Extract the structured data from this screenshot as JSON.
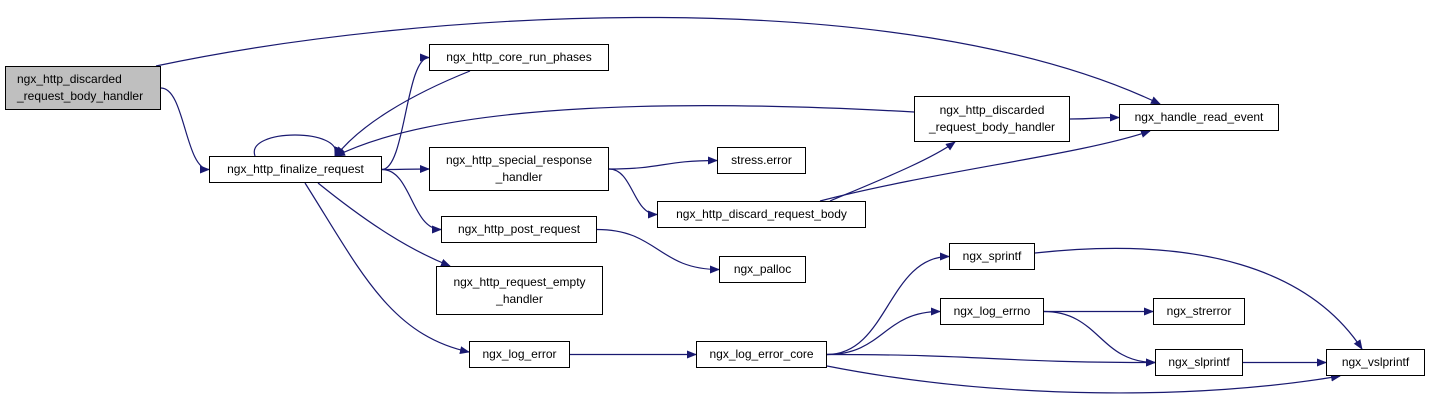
{
  "colors": {
    "edge": "#191970",
    "node_fill": "#ffffff",
    "root_fill": "#bfbfbf",
    "border": "#000000"
  },
  "nodes": [
    {
      "id": "root",
      "lines": [
        "ngx_http_discarded",
        "_request_body_handler"
      ],
      "root": true
    },
    {
      "id": "finalize",
      "lines": [
        "ngx_http_finalize_request"
      ]
    },
    {
      "id": "run_phases",
      "lines": [
        "ngx_http_core_run_phases"
      ]
    },
    {
      "id": "special_response",
      "lines": [
        "ngx_http_special_response",
        "_handler"
      ]
    },
    {
      "id": "post_request",
      "lines": [
        "ngx_http_post_request"
      ]
    },
    {
      "id": "empty_handler",
      "lines": [
        "ngx_http_request_empty",
        "_handler"
      ]
    },
    {
      "id": "log_error",
      "lines": [
        "ngx_log_error"
      ]
    },
    {
      "id": "log_error_core",
      "lines": [
        "ngx_log_error_core"
      ]
    },
    {
      "id": "stress_error",
      "lines": [
        "stress.error"
      ]
    },
    {
      "id": "discard_body",
      "lines": [
        "ngx_http_discard_request_body"
      ]
    },
    {
      "id": "discarded_handler2",
      "lines": [
        "ngx_http_discarded",
        "_request_body_handler"
      ]
    },
    {
      "id": "read_event",
      "lines": [
        "ngx_handle_read_event"
      ]
    },
    {
      "id": "palloc",
      "lines": [
        "ngx_palloc"
      ]
    },
    {
      "id": "sprintf",
      "lines": [
        "ngx_sprintf"
      ]
    },
    {
      "id": "log_errno",
      "lines": [
        "ngx_log_errno"
      ]
    },
    {
      "id": "strerror",
      "lines": [
        "ngx_strerror"
      ]
    },
    {
      "id": "slprintf",
      "lines": [
        "ngx_slprintf"
      ]
    },
    {
      "id": "vslprintf",
      "lines": [
        "ngx_vslprintf"
      ]
    }
  ],
  "edges": [
    [
      "root",
      "finalize"
    ],
    [
      "root",
      "read_event"
    ],
    [
      "finalize",
      "finalize"
    ],
    [
      "finalize",
      "run_phases"
    ],
    [
      "finalize",
      "special_response"
    ],
    [
      "finalize",
      "post_request"
    ],
    [
      "finalize",
      "empty_handler"
    ],
    [
      "finalize",
      "log_error"
    ],
    [
      "run_phases",
      "finalize"
    ],
    [
      "discarded_handler2",
      "finalize"
    ],
    [
      "special_response",
      "stress_error"
    ],
    [
      "special_response",
      "discard_body"
    ],
    [
      "discard_body",
      "discarded_handler2"
    ],
    [
      "discard_body",
      "read_event"
    ],
    [
      "discarded_handler2",
      "read_event"
    ],
    [
      "post_request",
      "palloc"
    ],
    [
      "log_error",
      "log_error_core"
    ],
    [
      "log_error_core",
      "sprintf"
    ],
    [
      "log_error_core",
      "log_errno"
    ],
    [
      "log_error_core",
      "slprintf"
    ],
    [
      "log_error_core",
      "vslprintf"
    ],
    [
      "sprintf",
      "vslprintf"
    ],
    [
      "log_errno",
      "strerror"
    ],
    [
      "log_errno",
      "slprintf"
    ],
    [
      "slprintf",
      "vslprintf"
    ]
  ]
}
